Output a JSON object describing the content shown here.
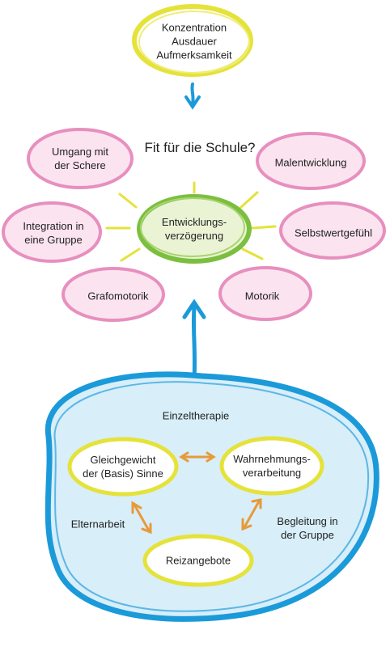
{
  "top_node": {
    "lines": [
      "Konzentration",
      "Ausdauer",
      "Aufmerksamkeit"
    ]
  },
  "question": "Fit für die Schule?",
  "center_node": {
    "lines": [
      "Entwicklungs-",
      "verzögerung"
    ]
  },
  "outer_nodes": {
    "umgang": {
      "lines": [
        "Umgang mit",
        "der Schere"
      ]
    },
    "integration": {
      "lines": [
        "Integration in",
        "eine Gruppe"
      ]
    },
    "grafomotorik": {
      "lines": [
        "Grafomotorik"
      ]
    },
    "malentwicklung": {
      "lines": [
        "Malentwicklung"
      ]
    },
    "selbstwert": {
      "lines": [
        "Selbstwertgefühl"
      ]
    },
    "motorik": {
      "lines": [
        "Motorik"
      ]
    }
  },
  "therapy": {
    "einzeltherapie": "Einzeltherapie",
    "gleichgewicht": {
      "lines": [
        "Gleichgewicht",
        "der (Basis) Sinne"
      ]
    },
    "wahrnehmung": {
      "lines": [
        "Wahrnehmungs-",
        "verarbeitung"
      ]
    },
    "reizangebote": {
      "lines": [
        "Reizangebote"
      ]
    },
    "elternarbeit": "Elternarbeit",
    "begleitung": {
      "lines": [
        "Begleitung in",
        "der Gruppe"
      ]
    }
  },
  "colors": {
    "yellow": "#e5e23a",
    "pink": "#e78fbf",
    "pink_fill": "#fbe4ef",
    "green": "#7cbf3f",
    "green_fill": "#eaf4d5",
    "blue": "#1b9ad9",
    "blue_fill": "#d8eef9",
    "orange": "#e69a3a"
  }
}
